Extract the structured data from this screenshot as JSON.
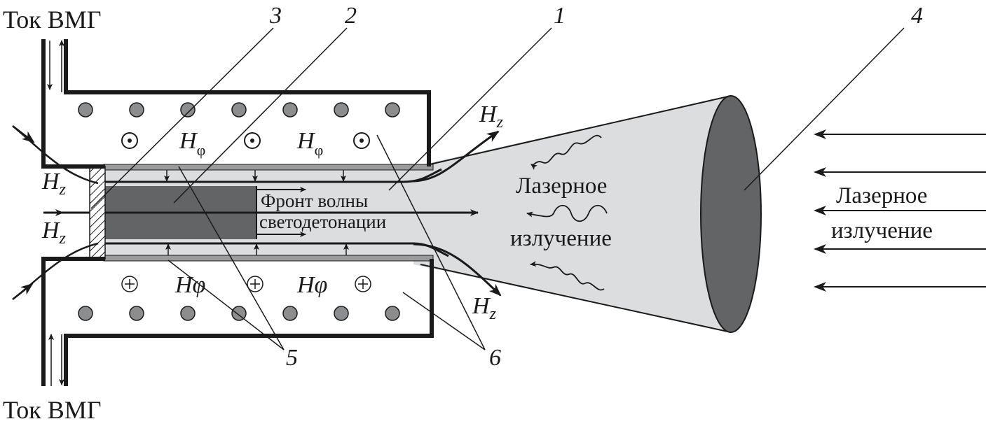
{
  "diagram": {
    "labels": {
      "current_top": "Ток ВМГ",
      "current_bottom": "Ток ВМГ",
      "front_line1": "Фронт волны",
      "front_line2": "светодетонации",
      "laser_inner_line1": "Лазерное",
      "laser_inner_line2": "излучение",
      "laser_outer_line1": "Лазерное",
      "laser_outer_line2": "излучение"
    },
    "field_labels": {
      "hz_left_top": {
        "main": "H",
        "sub": "z"
      },
      "hz_left_bottom": {
        "main": "H",
        "sub": "z"
      },
      "hz_right_top": {
        "main": "H",
        "sub": "z"
      },
      "hz_right_bottom": {
        "main": "H",
        "sub": "z"
      },
      "hphi_top_1": {
        "main": "H",
        "sub": "φ"
      },
      "hphi_top_2": {
        "main": "H",
        "sub": "φ"
      },
      "hphi_bottom_1": {
        "main": "Hφ"
      },
      "hphi_bottom_2": {
        "main": "Hφ"
      }
    },
    "callouts": [
      "1",
      "2",
      "3",
      "4",
      "5",
      "6"
    ],
    "colors": {
      "ink": "#1a1a1a",
      "plasma_dark": "#636466",
      "plasma_light": "#dcdddf",
      "wire_gray": "#8c8d8f",
      "tube_wall": "#9a9b9d"
    }
  }
}
